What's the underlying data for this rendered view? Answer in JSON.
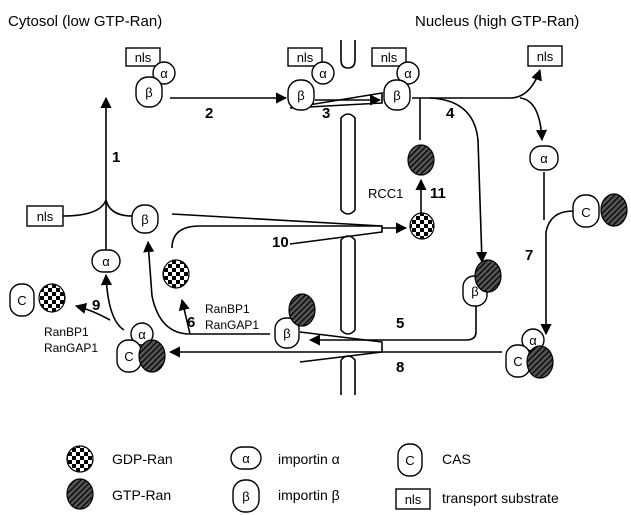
{
  "headers": {
    "cytosol": "Cytosol (low GTP-Ran)",
    "nucleus": "Nucleus (high GTP-Ran)"
  },
  "symbols": {
    "nls": "nls",
    "alpha": "α",
    "beta": "β",
    "cas": "C"
  },
  "steps": [
    "1",
    "2",
    "3",
    "4",
    "5",
    "6",
    "7",
    "8",
    "9",
    "10",
    "11"
  ],
  "labels": {
    "rcc1": "RCC1",
    "ranbp1": "RanBP1",
    "rangap1": "RanGAP1"
  },
  "legend": {
    "gdp_ran": "GDP-Ran",
    "gtp_ran": "GTP-Ran",
    "importin_alpha": "importin α",
    "importin_beta": "importin β",
    "cas": "CAS",
    "transport_substrate": "transport substrate"
  },
  "colors": {
    "ink": "#000000",
    "background": "#ffffff"
  }
}
